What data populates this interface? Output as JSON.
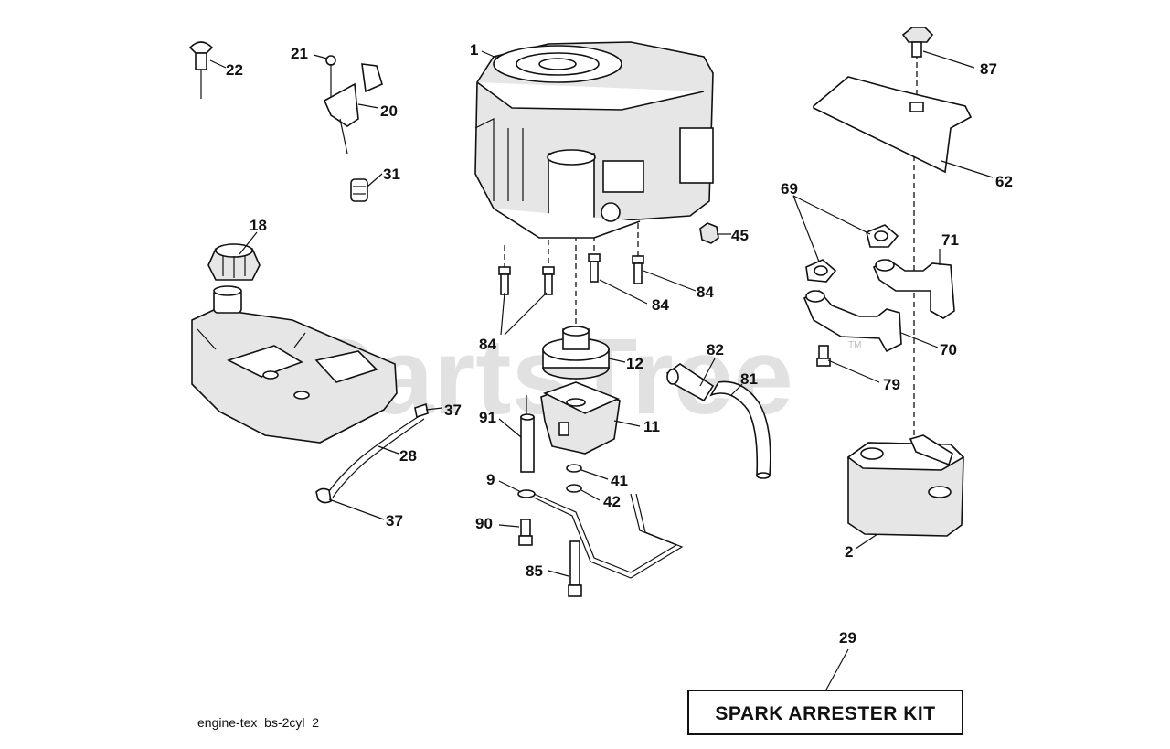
{
  "callouts": {
    "c1": "1",
    "c2": "2",
    "c9": "9",
    "c11": "11",
    "c12": "12",
    "c18": "18",
    "c20": "20",
    "c21": "21",
    "c22": "22",
    "c28": "28",
    "c29": "29",
    "c31": "31",
    "c37a": "37",
    "c37b": "37",
    "c41": "41",
    "c42": "42",
    "c45": "45",
    "c62": "62",
    "c69": "69",
    "c70": "70",
    "c71": "71",
    "c79": "79",
    "c81": "81",
    "c82": "82",
    "c84a": "84",
    "c84b": "84",
    "c84c": "84",
    "c85": "85",
    "c87": "87",
    "c90": "90",
    "c91": "91"
  },
  "spark_arrester_kit": "SPARK ARRESTER KIT",
  "footer_caption": "engine-tex  bs-2cyl  2",
  "watermark": "PartsTree",
  "watermark_tm": "TM"
}
